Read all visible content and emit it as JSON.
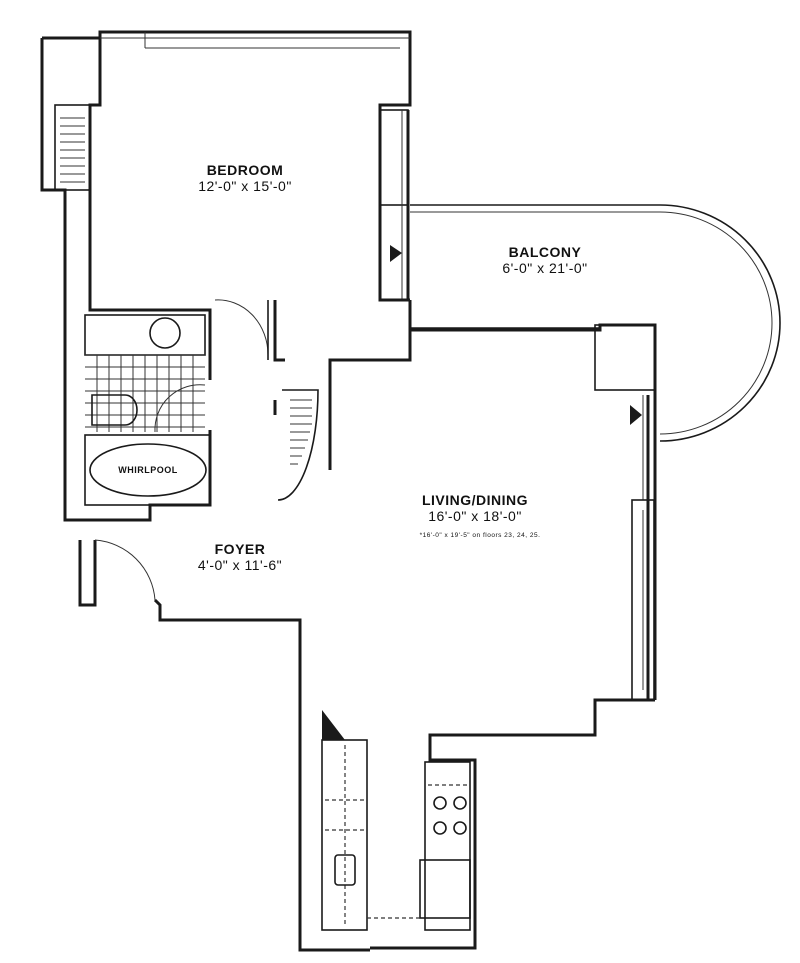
{
  "rooms": {
    "bedroom": {
      "name": "BEDROOM",
      "dims": "12'-0\" x 15'-0\""
    },
    "balcony": {
      "name": "BALCONY",
      "dims": "6'-0\" x 21'-0\""
    },
    "living": {
      "name": "LIVING/DINING",
      "dims": "16'-0\" x 18'-0\"",
      "note": "*16'-0\" x 19'-5\" on floors 23, 24, 25."
    },
    "foyer": {
      "name": "FOYER",
      "dims": "4'-0\" x 11'-6\""
    }
  },
  "fixtures": {
    "tub": "WHIRLPOOL"
  }
}
